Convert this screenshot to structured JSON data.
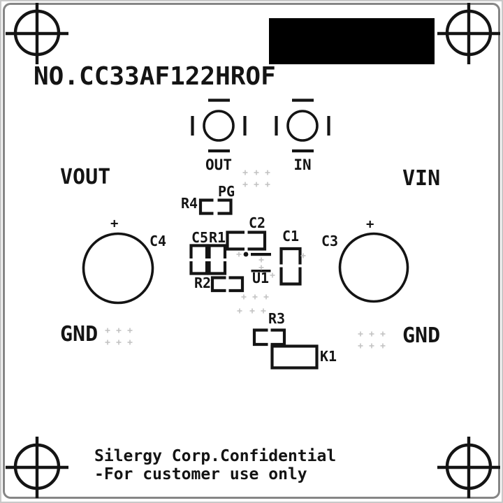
{
  "title": {
    "part_number": "NO.CC33AF122HROF"
  },
  "terminals": {
    "out": "OUT",
    "in": "IN",
    "vout": "VOUT",
    "vin": "VIN",
    "gnd_left": "GND",
    "gnd_right": "GND",
    "pg": "PG"
  },
  "components": {
    "r4": "R4",
    "c2": "C2",
    "c5": "C5",
    "r1": "R1",
    "c1": "C1",
    "c4": "C4",
    "c3": "C3",
    "r2": "R2",
    "u1": "U1",
    "r3": "R3",
    "k1": "K1"
  },
  "polarity": {
    "c4_plus": "+",
    "c3_plus": "+"
  },
  "footer": {
    "line1": "Silergy Corp.Confidential",
    "line2": "-For customer use only"
  },
  "colors": {
    "silkscreen": "#141414",
    "board_outline": "#868686",
    "via_mark": "#c3c3c3",
    "redacted_block": "#000000"
  }
}
